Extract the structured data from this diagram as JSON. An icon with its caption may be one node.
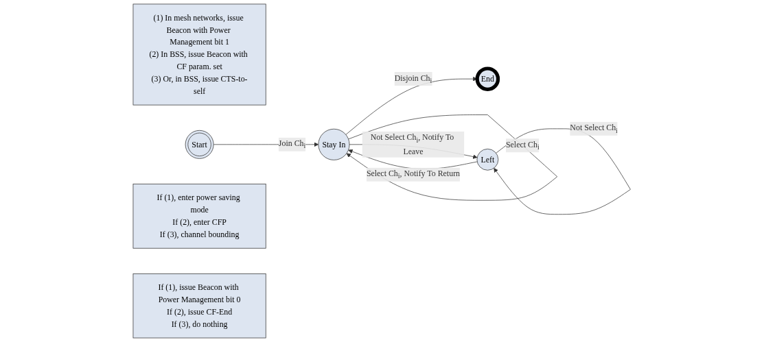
{
  "diagram": {
    "nodes": [
      {
        "text": [
          "(1) In mesh networks, issue Beacon with Power Management bit 1",
          "(2) In BSS, issue Beacon with CF param. set",
          "(3) Or, in BSS, issue CTS-to-self"
        ]
      },
      {
        "text": [
          "Start"
        ]
      },
      {
        "text": [
          "End"
        ]
      },
      {
        "text": [
          "Stay In"
        ]
      },
      {
        "text": [
          "Left"
        ]
      },
      {
        "text": [
          "If (1), enter power saving mode",
          "If (2), enter CFP",
          "If (3), channel bounding"
        ]
      },
      {
        "text": [
          "If (1), issue Beacon with Power Management bit 0",
          "If (2), issue CF-End",
          "If (3), do nothing"
        ]
      }
    ],
    "edges": [
      {
        "from": 1,
        "to": 3,
        "arrow": "to",
        "label": "Join Ch$_{i}$"
      },
      {
        "from": 3,
        "to": 4,
        "arrow": "to",
        "label": "Not Select Ch$_{i}$, Notify To Leave"
      },
      {
        "from": 4,
        "to": 3,
        "arrow": "to",
        "label": "Select Ch$_{i}$, Notify To Return"
      },
      {
        "from": 4,
        "to": 4,
        "arrow": "to",
        "label": "Not Select Ch$_{i}$"
      },
      {
        "from": 3,
        "to": 3,
        "arrow": "to",
        "label": "Select Ch$_{i}$"
      },
      {
        "from": 3,
        "to": 2,
        "arrow": "to",
        "label": "Disjoin Ch$_{i}$"
      }
    ]
  }
}
